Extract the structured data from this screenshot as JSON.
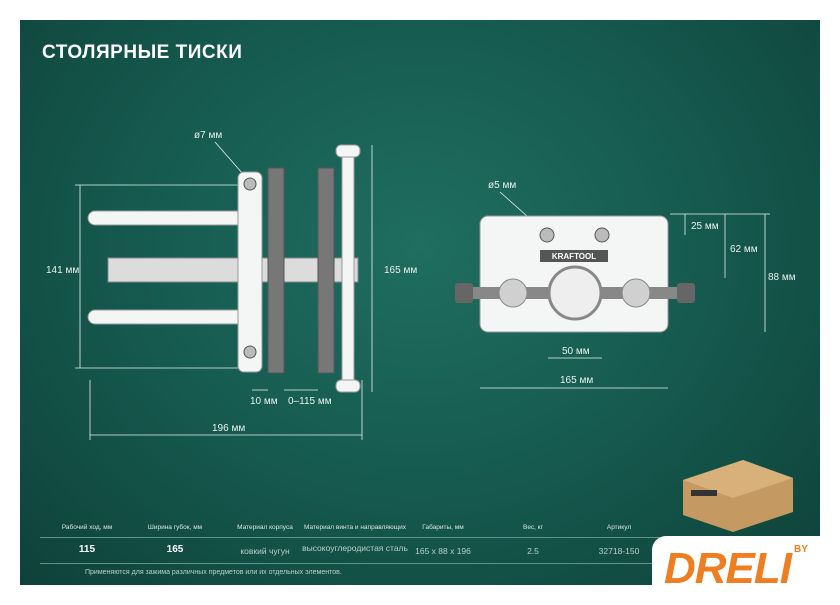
{
  "title": "СТОЛЯРНЫЕ ТИСКИ",
  "dims": {
    "hole_left": "ø7 мм",
    "height_left": "141 мм",
    "height_mid": "165 мм",
    "jaw": "10 мм",
    "travel": "0–115 мм",
    "length": "196 мм",
    "hole_right": "ø5 мм",
    "d25": "25 мм",
    "d62": "62 мм",
    "d88": "88 мм",
    "d50": "50 мм",
    "width_right": "165 мм"
  },
  "brand_on_plate": "KRAFTOOL",
  "table": {
    "headers": [
      "Рабочий ход, мм",
      "Ширина губок, мм",
      "Материал корпуса",
      "Материал винта и направляющих",
      "Габариты, мм",
      "Вес, кг",
      "Артикул"
    ],
    "values": [
      "115",
      "165",
      "ковкий чугун",
      "высокоуглеродистая сталь",
      "165 x 88 x 196",
      "2.5",
      "32718-150"
    ],
    "note": "Применяются для зажима различных предметов или их отдельных элементов."
  },
  "logo": {
    "text": "DRELI",
    "by": "BY"
  },
  "colors": {
    "accent": "#ef7d22",
    "panel": "#165a4f"
  }
}
